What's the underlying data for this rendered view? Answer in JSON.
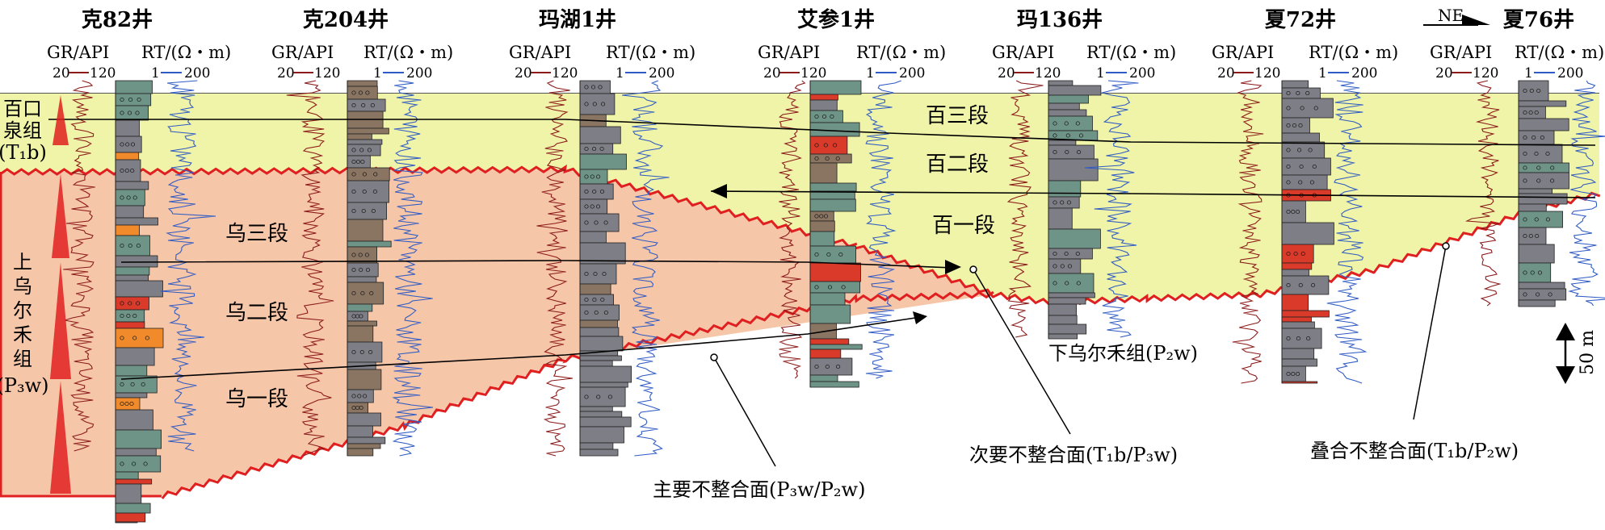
{
  "wells": [
    {
      "name": "克82井"
    },
    {
      "name": "克204井"
    },
    {
      "name": "玛湖1井"
    },
    {
      "name": "艾参1井"
    },
    {
      "name": "玛136井"
    },
    {
      "name": "夏72井"
    },
    {
      "name": "夏76井"
    }
  ],
  "curve_headers": {
    "gr_label": "GR/API",
    "rt_label": "RT/(Ω・m)",
    "gr_min": "20",
    "gr_max": "120",
    "rt_min": "1",
    "rt_max": "200",
    "gr_color": "#8B1A1A",
    "rt_color": "#2F5BC4"
  },
  "direction_label": "NE",
  "formations": {
    "baikouquan": {
      "line1": "百口",
      "line2": "泉组",
      "line3": "(T₁b)",
      "color": "#F0F4A8"
    },
    "upper_wuerhe": {
      "chars": [
        "上",
        "乌",
        "尔",
        "禾",
        "组"
      ],
      "code": "(P₃w)",
      "color": "#F6C6A8"
    },
    "lower_wuerhe": {
      "label": "下乌尔禾组(P₂w)"
    }
  },
  "units": {
    "bai3": "百三段",
    "bai2": "百二段",
    "bai1": "百一段",
    "wu3": "乌三段",
    "wu2": "乌二段",
    "wu1": "乌一段"
  },
  "unconformities": {
    "major": "主要不整合面(P₃w/P₂w)",
    "minor": "次要不整合面(T₁b/P₃w)",
    "superposed": "叠合不整合面(T₁b/P₂w)",
    "line_color": "#E02020"
  },
  "scale_bar": {
    "label": "50 m"
  },
  "lithology_colors": {
    "sandy_conglomerate": "#6E9488",
    "mudstone": "#7E7E86",
    "brown_mudstone": "#8A7462",
    "red_layer": "#D93A2A",
    "orange_layer": "#F08A2A"
  }
}
